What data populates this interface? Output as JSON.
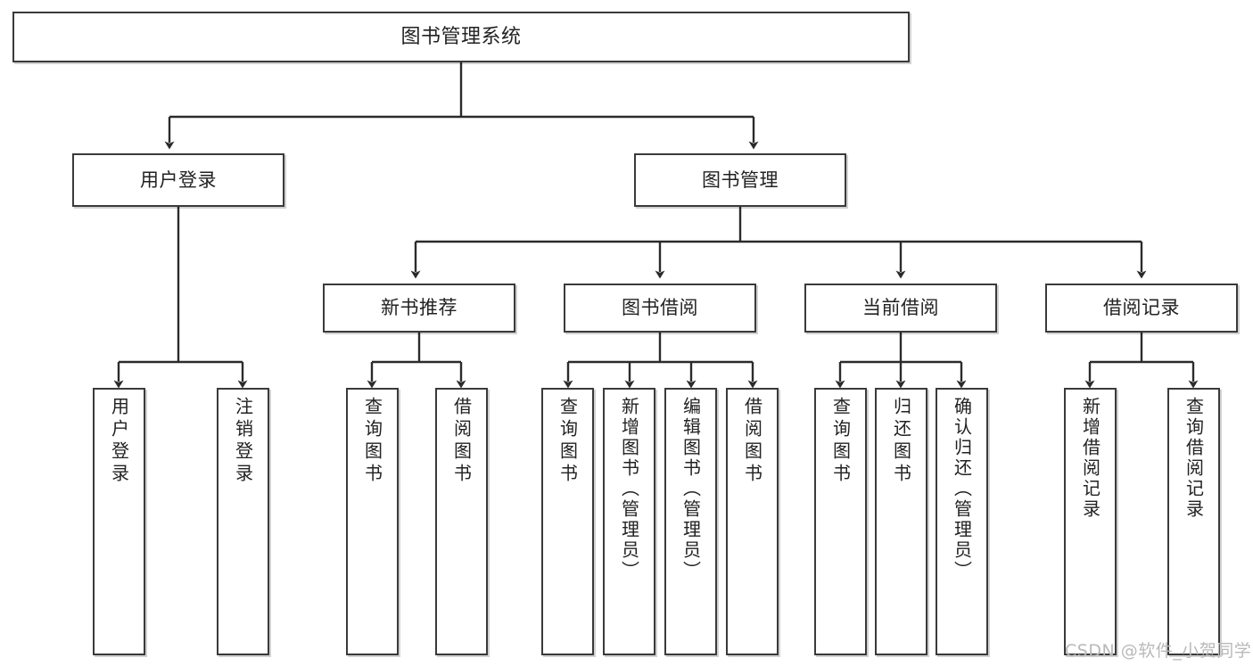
{
  "diagram": {
    "type": "tree-hierarchy-chart",
    "title": "图书管理系统",
    "root": {
      "id": "root",
      "label": "图书管理系统",
      "orientation": "horizontal"
    },
    "level2": [
      {
        "id": "user-login",
        "label": "用户登录",
        "orientation": "horizontal"
      },
      {
        "id": "book-manage",
        "label": "图书管理",
        "orientation": "horizontal"
      }
    ],
    "level3": [
      {
        "id": "new-book-recommend",
        "label": "新书推荐",
        "orientation": "horizontal",
        "parent": "book-manage"
      },
      {
        "id": "book-borrow",
        "label": "图书借阅",
        "orientation": "horizontal",
        "parent": "book-manage"
      },
      {
        "id": "current-borrow",
        "label": "当前借阅",
        "orientation": "horizontal",
        "parent": "book-manage"
      },
      {
        "id": "borrow-record",
        "label": "借阅记录",
        "orientation": "horizontal",
        "parent": "book-manage"
      }
    ],
    "leaves": [
      {
        "id": "leaf-user-login",
        "label": "用户登录",
        "orientation": "vertical",
        "parent": "user-login"
      },
      {
        "id": "leaf-user-logout",
        "label": "注销登录",
        "orientation": "vertical",
        "parent": "user-login"
      },
      {
        "id": "leaf-query-book-1",
        "label": "查询图书",
        "orientation": "vertical",
        "parent": "new-book-recommend"
      },
      {
        "id": "leaf-borrow-book-1",
        "label": "借阅图书",
        "orientation": "vertical",
        "parent": "new-book-recommend"
      },
      {
        "id": "leaf-query-book-2",
        "label": "查询图书",
        "orientation": "vertical",
        "parent": "book-borrow"
      },
      {
        "id": "leaf-add-book",
        "label": "新增图书（管理员）",
        "orientation": "vertical",
        "parent": "book-borrow"
      },
      {
        "id": "leaf-edit-book",
        "label": "编辑图书（管理员）",
        "orientation": "vertical",
        "parent": "book-borrow"
      },
      {
        "id": "leaf-borrow-book-2",
        "label": "借阅图书",
        "orientation": "vertical",
        "parent": "book-borrow"
      },
      {
        "id": "leaf-query-book-3",
        "label": "查询图书",
        "orientation": "vertical",
        "parent": "current-borrow"
      },
      {
        "id": "leaf-return-book",
        "label": "归还图书",
        "orientation": "vertical",
        "parent": "current-borrow"
      },
      {
        "id": "leaf-confirm-return",
        "label": "确认归还（管理员）",
        "orientation": "vertical",
        "parent": "current-borrow"
      },
      {
        "id": "leaf-add-record",
        "label": "新增借阅记录",
        "orientation": "vertical",
        "parent": "borrow-record"
      },
      {
        "id": "leaf-query-record",
        "label": "查询借阅记录",
        "orientation": "vertical",
        "parent": "borrow-record"
      }
    ]
  },
  "watermark": {
    "text": "CSDN @软件_小贺同学"
  },
  "colors": {
    "box_border": "#3a3a3a",
    "box_fill": "#ffffff",
    "connector": "#2b2b2b",
    "text": "#222222",
    "watermark": "#b9b9b9",
    "background": "#ffffff"
  }
}
